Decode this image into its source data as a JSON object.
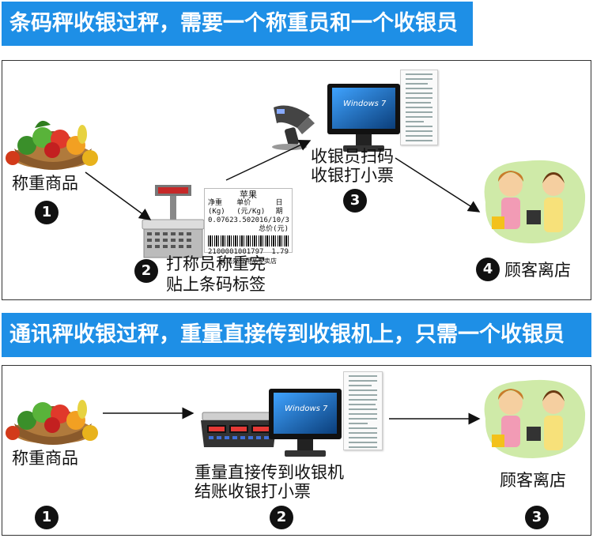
{
  "banners": {
    "top": "条码秤收银过秤，需要一个称重员和一个收银员",
    "bottom": "通讯秤收银过秤，重量直接传到收银机上，只需一个收银员"
  },
  "section1": {
    "step1": {
      "number": "1",
      "label": "称重商品"
    },
    "step2": {
      "number": "2",
      "label_line1": "打称员称重完",
      "label_line2": "贴上条码标签"
    },
    "step3": {
      "number": "3",
      "label_line1": "收银员扫码",
      "label_line2": "收银打小票"
    },
    "step4": {
      "number": "4",
      "label": "顾客离店"
    },
    "price_label": {
      "title": "苹果",
      "header1": "净重(Kg)",
      "header2": "单价(元/Kg)",
      "header3": "日期",
      "weight": "0.076",
      "unit_price": "23.50",
      "date": "2016/10/3",
      "total_label": "总价(元)",
      "barcode": "2100001001797",
      "total": "1.79",
      "store": "商诺办公用品专卖店"
    },
    "monitor_text": "Windows 7"
  },
  "section2": {
    "step1": {
      "number": "1",
      "label": "称重商品"
    },
    "step2": {
      "number": "2",
      "label_line1": "重量直接传到收银机",
      "label_line2": "结账收银打小票"
    },
    "step3": {
      "number": "3",
      "label": "顾客离店"
    },
    "monitor_text": "Windows 7"
  },
  "colors": {
    "banner": "#1e8fe6",
    "badge": "#111111"
  }
}
